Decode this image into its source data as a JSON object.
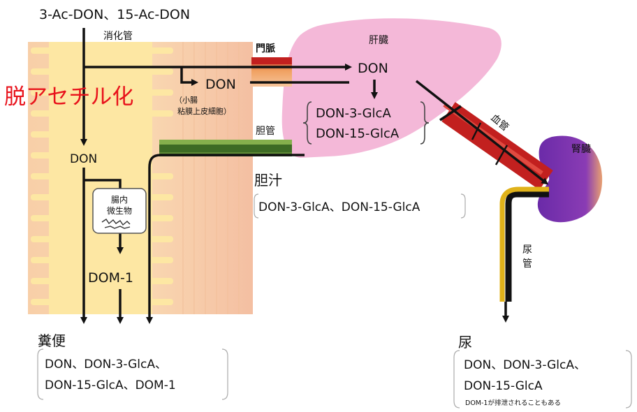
{
  "source_compounds": "3-Ac-DON、15-Ac-DON",
  "gut": {
    "label": "消化管",
    "don": "DON",
    "microbe_box": [
      "腸内",
      "微生物"
    ],
    "dom1": "DOM-1"
  },
  "deacetylation": "脱アセチル化",
  "enterocyte": {
    "don": "DON",
    "label_line1": "（小腸",
    "label_line2": "粘膜上皮細胞）"
  },
  "portal_vein": "門脈",
  "liver": {
    "label": "肝臓",
    "don": "DON",
    "metabolites": [
      "DON-3-GlcA",
      "DON-15-GlcA"
    ]
  },
  "bile_duct": "胆管",
  "bile": {
    "title": "胆汁",
    "contents": "DON-3-GlcA、DON-15-GlcA"
  },
  "blood_vessel": "血管",
  "kidney": "腎臓",
  "ureter": "尿管",
  "feces": {
    "title": "糞便",
    "line1": "DON、DON-3-GlcA、",
    "line2": "DON-15-GlcA、DOM-1"
  },
  "urine": {
    "title": "尿",
    "line1": "DON、DON-3-GlcA、",
    "line2": "DON-15-GlcA",
    "note": "DOM-1が排泄されることもある"
  },
  "colors": {
    "gut_outer": "#f8cfa8",
    "gut_inner": "#fde7a3",
    "liver": "#f4b8d8",
    "kidney": "#7a32b0",
    "vessel": "#c2201f",
    "bile_duct": "#3d6b24",
    "ureter": "#e0b21a",
    "red_text": "#e8121b"
  }
}
